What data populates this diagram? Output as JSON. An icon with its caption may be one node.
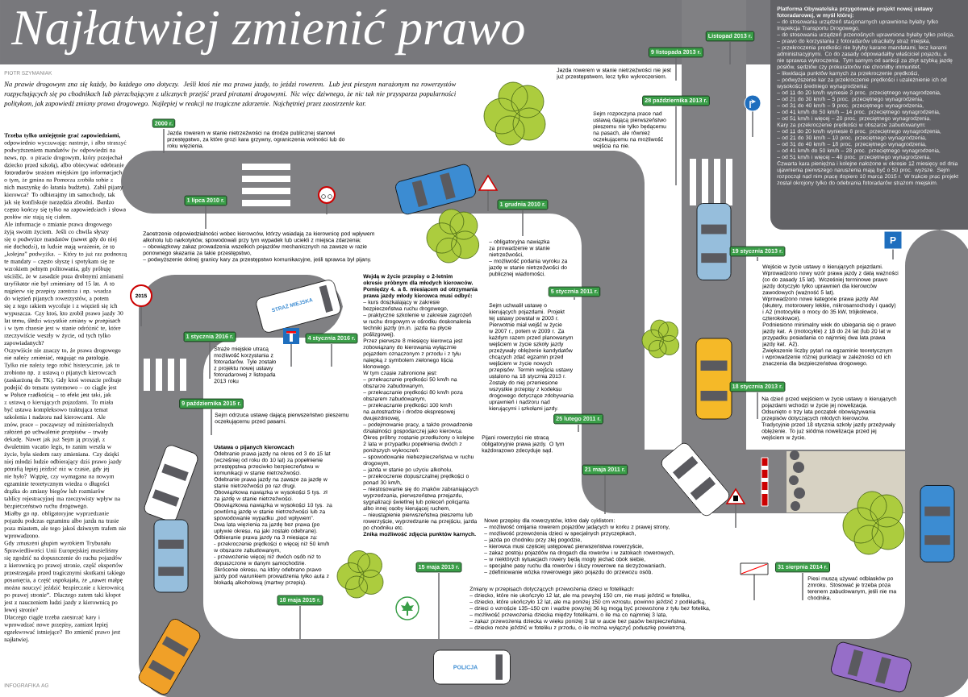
{
  "diagram": {
    "title": "Najłatwiej zmienić prawo",
    "nodes": [
      {
        "text": [
          "2000 r."
        ],
        "beside": [
          "Jazda rowerem w stanie nietrzeźwości na drodze publicznej stanowi przestępstwo, za które grozi kara grzywny, ograniczenia wolności lub do roku więzienia."
        ]
      },
      {
        "text": [
          "1 lipca 2010 r."
        ],
        "beside": [
          "Zaostrzenie odpowiedzialności wobec kierowców, którzy wsiadają za kierownicę pod wpływem alkoholu lub narkotyków, spowodowali przy tym wypadek lub uciekli z miejsca zdarzenia:",
          "– obowiązkowy zakaz prowadzenia wszelkich pojazdów mechanicznych na zawsze w razie ponownego skazania za takie przestępstwo,",
          "– podwyższenie dolnej granicy kary za przestępstwo komunikacyjne, jeśli sprawca był pijany."
        ]
      },
      {
        "text": [
          "1 grudnia 2010 r."
        ],
        "beside": [
          "– obligatoryjna nawiązka za prowadzenie w stanie nietrzeźwości,",
          "– możliwość podania wyroku za jazdę w stanie nietrzeźwości do publicznej wiadomości."
        ]
      },
      {
        "text": [
          "5 stycznia 2011 r."
        ],
        "beside": [
          "Sejm uchwalił ustawę o kierujących pojazdami. Projekt tej ustawy powstał w 2003 r. Pierwotnie miał wejść w życie w 2007 r., potem w 2009 r. Za każdym razem przed planowanym wejściem w życie szkoły jazdy przeżywały oblężenie kandydatów chcących zdać egzamin przed wejściem w życie nowych przepisów. Termin wejścia ustawy ustalono na 18 stycznia 2013 r.",
          "Zostały do niej przeniesione wszystkie przepisy z kodeksu drogowego dotyczące zdobywania uprawnień i nadzoru nad kierującymi i szkołami jazdy."
        ]
      },
      {
        "text": [
          "25 lutego 2011 r."
        ],
        "beside": [
          "Pijani rowerzyści nie stracą obligatoryjnie prawa jazdy. O tym każdorazowo zdecyduje sąd."
        ]
      },
      {
        "text": [
          "21 maja 2011 r."
        ],
        "beside": [
          "Nowe przepisy dla rowerzystów, które dały cyklistom:",
          "– możliwość omijania rowerem pojazdów jadących w korku z prawej strony,",
          "– możliwość przewożenia dzieci w specjalnych przyczepkach,",
          "– jazda po chodniku przy złej pogodzie,",
          "– kierowca musi częściej ustępować pierwszeństwa rowerzyście,",
          "– zakaz postoju pojazdów na drogach dla rowerów i w zatokach rowerowych,",
          "– w niektórych sytuacjach rowery będą mogły jechać obok siebie,",
          "– specjalne pasy ruchu dla rowerów i śluzy rowerowe na skrzyżowaniach,",
          "– zdefiniowanie wózka rowerowego jako pojazdu do przewozu osób."
        ]
      },
      {
        "text": [
          "19 stycznia 2013 r."
        ],
        "beside": [
          "Wejście w życie ustawy o kierujących pojazdami.",
          "Wprowadzono nowy wzór prawa jazdy z datą ważności (co do zasady 15 lat). Wcześniej terminowe prawo jazdy dotyczyło tylko uprawnień dla kierowców zawodowych (ważność 5 lat).",
          "Wprowadzono nowe kategorie prawa jazdy AM (skutery, motorowery lekkie, mikrosamochody i quady) i A2 (motocykle o mocy do 35 kW, trójkołowce, czterokołowce).",
          "Podniesiono minimalny wiek do ubiegania się o prawo jazdy kat. A (motocykle) z 18 do 24 lat (lub 20 lat w przypadku posiadania co najmniej dwa lata prawa jazdy kat. A2).",
          "Zwiększenie liczby pytań na egzaminie teoretycznym i wprowadzenie różnej punktacji w zależności od ich znaczenia dla bezpieczeństwa drogowego."
        ]
      },
      {
        "text": [
          "18 stycznia 2013 r."
        ],
        "beside": [
          "Na dzień przed wejściem w życie ustawy o kierujących pojazdami wchodzi w życie jej nowelizacja.",
          "Odsunięto o trzy lata początek obowiązywania przepisów dotyczących młodych kierowców.",
          "Tradycyjnie przed 18 stycznia szkoły jazdy przeżywały oblężenie. To już siódma nowelizacja przed jej wejściem w życie."
        ]
      },
      {
        "text": [
          "15 maja 2013 r."
        ],
        "beside": [
          "Zmiany w przepisach dotyczących przewożenia dzieci w fotelikach:",
          "– dziecko, które nie ukończyło 12 lat, ale ma powyżej 150 cm, nie musi jeździć w foteliku,",
          "– dziecko, które ukończyło 12 lat, ale ma poniżej 150 cm wzrostu, powinno jeździć z podkładką,",
          "– dzieci o wzroście 135–150 cm i wadze powyżej 36 kg mogą być przewożone z tyłu bez fotelika,",
          "– możliwość przewożenia dziecka między fotelikami, o ile ma co najmniej 3 lata,",
          "– zakaz przewożenia dziecka w wieku poniżej 3 lat w aucie bez pasów bezpieczeństwa,",
          "– dziecko może jeździć w foteliku z przodu, o ile można wyłączyć poduszkę powietrzną."
        ]
      },
      {
        "text": [
          "28 października 2013 r."
        ],
        "beside": [
          "Sejm rozpoczyna prace nad ustawą dającą pierwszeństwo pieszemu nie tylko będącemu na pasach, ale również oczekującemu na możliwość wejścia na nie."
        ]
      },
      {
        "text": [
          "9 listopada 2013 r."
        ],
        "beside": [
          "Jazda rowerem w stanie nietrzeźwości nie jest już przestępstwem, lecz tylko wykroczeniem."
        ]
      },
      {
        "text": [
          "Listopad 2013 r."
        ],
        "beside": [
          "Platforma Obywatelska przygotowuje projekt nowej ustawy fotoradarowej, w myśl której:",
          "– do stosowania urządzeń stacjonarnych uprawniona byłaby tylko Inspekcja Transportu Drogowego,",
          "– do stosowania urządzeń przenośnych uprawniona byłaby tylko policja,",
          "– prawo do korzystania z fotoradarów utraciłaby straż miejska,",
          "– przekroczenia prędkości nie byłyby karane mandatami, lecz karami administracyjnymi. Co do zasady odpowiadałby właściciel pojazdu, a nie sprawca wykroczenia. Tym samym od sankcji za zbyt szybką jazdę posłów, sędziów czy prokuratorów nie chroniłby immunitet,",
          "– likwidacja punktów karnych za przekroczenie prędkości,",
          "– podwyższenie kar za przekroczenie prędkości i uzależnienie ich od wysokości średniego wynagrodzenia:",
          "– od 11 do 20 km/h wyniesie 3 proc. przeciętnego wynagrodzenia,",
          "– od 21 do 30 km/h – 5 proc. przeciętnego wynagrodzenia,",
          "– od 31 do 40 km/h – 9 proc. przeciętnego wynagrodzenia,",
          "– od 41 km/h do 50 km/h – 14 proc. przeciętnego wynagrodzenia,",
          "– od 51 km/h i więcej – 20 proc. przeciętnego wynagrodzenia.",
          "Kary za przekroczenie prędkości w obszarze zabudowanym:",
          "– od 11 do 20 km/h wyniesie 6 proc. przeciętnego wynagrodzenia,",
          "– od 21 do 30 km/h – 10 proc. przeciętnego wynagrodzenia,",
          "– od 31 do 40 km/h – 18 proc. przeciętnego wynagrodzenia,",
          "– od 41 km/h do 50 km/h – 28 proc. przeciętnego wynagrodzenia,",
          "– od 51 km/h i więcej – 40 proc. przeciętnego wynagrodzenia.",
          "Czwarta kara pieniężna i kolejne nałożone w okresie 12 miesięcy od dnia ujawnienia pierwszego naruszenia mają być o 50 proc. wyższe. Sejm rozpoczął nad nim pracę dopiero 10 marca 2015 r. W trakcie prac projekt został okrojony tylko do odebrania fotoradarów strażom miejskim."
        ]
      },
      {
        "text": [
          "31 sierpnia 2014 r."
        ],
        "beside": [
          "Piesi muszą używać odblasków po zmroku. Stosować je trzeba poza terenem zabudowanym, jeśli nie ma chodnika."
        ]
      },
      {
        "text": [
          "18 maja 2015 r."
        ],
        "beside": [
          "Ustawa o pijanych kierowcach",
          "Odebranie prawa jazdy na okres od 3 do 15 lat (wcześniej od roku do 10 lat) za popełnienie przestępstwa przeciwko bezpieczeństwu w komunikacji w stanie nietrzeźwości.",
          "Odebranie prawa jazdy na zawsze za jazdę w stanie nietrzeźwości po raz drugi.",
          "Obowiązkowa nawiązka w wysokości 5 tys. zł za jazdę w stanie nietrzeźwości.",
          "Obowiązkowa nawiązka w wysokości 10 tys. za powtórną jazdę w stanie nietrzeźwości lub za spowodowanie wypadku „pod wpływem”.",
          "Dwa lata więzienia za jazdę bez prawa (po upływie okresu, na jaki zostało odebrane).",
          "Odbieranie prawa jazdy na 3 miesiące za:",
          "- przekroczenie prędkości o więcej niż 50 km/h w obszarze zabudowanym,",
          "- przewożenie więcej niż dwóch osób niż to dopuszczone w danym samochodzie.",
          "Skrócenie okresu, na który odebrano prawo jazdy pod warunkiem prowadzenia tylko auta z blokadą alkoholową (martwy przepis)."
        ]
      },
      {
        "text": [
          "9 października 2015 r."
        ],
        "beside": [
          "Sejm odrzuca ustawę dającą pierwszeństwo pieszemu oczekującemu przed pasami."
        ]
      },
      {
        "text": [
          "1 stycznia 2016 r."
        ],
        "beside": [
          "Straże miejskie utracą możliwość korzystania z fotoradarów. Tyle zostało z projektu nowej ustawy fotoradarowej z listopada 2013 roku"
        ]
      },
      {
        "text": [
          "4 stycznia 2016 r."
        ],
        "beside": [
          "Wejdą w życie przepisy o 2-letnim okresie próbnym dla młodych kierowców. Pomiędzy 4. a 8. miesiącem od otrzymania prawa jazdy młody kierowca musi odbyć:",
          "– kurs doszkalający w zakresie bezpieczeństwa ruchu drogowego,",
          "– praktyczne szkolenie w zakresie zagrożeń w ruchu drogowym w ośrodku doskonalenia techniki jazdy (m.in. jazda na płycie poślizgowej).",
          "Przez pierwsze 8 miesięcy kierowca jest zobowiązany do kierowania wyłącznie pojazdem oznaczonym z przodu i z tyłu nalepką z symbolem zielonego liścia klonowego.",
          "W tym czasie zabronione jest:",
          "– przekraczanie prędkości 50 km/h na obszarze zabudowanym,",
          "– przekraczanie prędkości 80 km/h poza obszarem zabudowanym,",
          "– przekraczanie prędkości 100 km/h na autostradzie i drodze ekspresowej dwujezdniowej,",
          "– podejmowanie pracy, a także prowadzenie działalności gospodarczej jako kierowca.",
          "Okres próbny zostanie przedłużony o kolejne 2 lata w przypadku popełnienia dwóch z poniższych wykroczeń:",
          "– spowodowanie niebezpieczeństwa w ruchu drogowym,",
          "– jazda w stanie po użyciu alkoholu,",
          "– przekroczenie dopuszczalnej prędkości o ponad 30 km/h,",
          "– niestosowanie się do znaków zabraniających wyprzedzania, pierwszeństwa przejazdu, sygnalizacji świetlnej lub poleceń policjanta albo innej osoby kierującej ruchem,",
          "– nieustąpienie pierwszeństwa pieszemu lub rowerzyście, wyprzedzanie na przejściu, jazda po chodniku etc.",
          "Znika możliwość zdjęcia punktów karnych."
        ]
      }
    ],
    "labels": [
      "PIOTR SZYMANIAK",
      "Na prawie drogowym zna się każdy, bo każdego ono dotyczy. Jeśli ktoś nie ma prawa jazdy, to jeździ rowerem. Lub jest pieszym narażonym na rowerzystów rozpychających się po chodnikach lub pierzchającym z ulicznych przejść przed piratami drogowymi. Nic więc dziwnego, że nic tak nie przysparza popularności politykom, jak zapowiedź zmiany prawa drogowego. Najlepiej w reakcji na tragiczne zdarzenie. Najchętniej przez zaostrzenie kar.",
      "**Trzeba tylko umiejętnie grać zapowiedziami,** odpowiednio wyczuwając nastroje, i albo straszyć podwyższeniem mandatów (w odpowiedzi na news, np. o piracie drogowym, który przejechał dziecko przed szkołą), albo obiecywać odebranie fotoradarów strażom miejskim (po informacjach o tym, że gmina na Pomorzu zrobiła sobie z nich maszynkę do łatania budżetu). Zabił pijany kierowca? To odbierajmy im samochody, tak jak się konfiskuje narzędzia zbrodni. Bardzo często kończy się tylko na zapowiedziach i słowa posłów nie stają się ciałem.",
      "Ale informacje o zmianie prawa drogowego żyją swoim życiem. Jeśli co chwila słyszy się o podwyżce mandatów (nawet gdy do niej nie dochodzi), to ludzie mają wrażenie, że to „kolejna” podwyżka. – Który to już raz podnoszą te mandaty – często słyszę i spotykam się ze wzrokiem pełnym politowania, gdy próbuję uściślić, że w zasadzie poza drobnymi zmianami taryfikator nie był zmieniany od 15 lat. A to najpierw się przepisy zaostrza i np. wsadza do więzień pijanych rowerzystów, a potem się z tego rakiem wycofuje i z więzień się ich wypuszcza. Czy ktoś, kto zrobił prawo jazdy 30 lat temu, śledzi wszystkie zmiany w przepisach i w tym chaosie jest w stanie odróżnić te, które rzeczywiście weszły w życie, od tych tylko zapowiadanych?",
      "Oczywiście nie znaczy to, że prawa drogowego nie należy zmieniać, reagując na patologię. Tylko nie należy tego robić histerycznie, jak to zrobiono np. z ustawą o pijanych kierowcach (zaskarżoną do TK). Gdy ktoś wreszcie próbuje podejść do tematu systemowo – co ciągle jest w Polsce rzadkością – to efekt jest taki, jak z ustawą o kierujących pojazdami. To miała być ustawa kompleksowo traktująca temat szkolenia i nadzoru nad kierowcami. Ale znów, prace – począwszy od ministerialnych założeń po uchwalenie przepisów – trwały dekadę. Nawet jak już Sejm ją przyjął, z dwuletnim vacatio legis, to zanim weszła w życie, była siedem razy zmieniana. Czy dzięki niej młodzi ludzie odbierający dziś prawo jazdy potrafią lepiej jeździć niż w czasie, gdy jej nie było? Wątpię, czy wymagana na nowym egzaminie teoretycznym wiedza o długości drążka do zmiany biegów lub rozmiarów tablicy rejestracyjnej ma rzeczywisty wpływ na bezpieczeństwo ruchu drogowego.",
      "Miałby go np. obligatoryjne wyprzedzanie pojazdu podczas egzaminu albo jazda na trasie poza miastem, ale tego jakoś dziwnym trafem nie wprowadzono.",
      "Gdy zmuszeni głupim wyrokiem Trybunału Sprawiedliwości Unii Europejskiej musieliśmy się zgodzić na dopuszczenie do ruchu pojazdów z kierownicą po prawej stronie, część ekspertów przestrzegała przed tragicznymi skutkami takiego posunięcia, a część uspokajała, że „nawet małpę można nauczyć jeździć bezpiecznie z kierownicą po prawej stronie”. Dlaczego zatem taki kłopot jest z nauczeniem ludzi jazdy z kierownicą po lewej stronie?",
      "Dlaczego ciągle trzeba zaostrzać kary i wprowadzać nowe przepisy, zamiast lepiej egzekwować istniejące? Bo zmienić prawo jest najłatwiej.",
      "2015",
      "STRAŻ MIEJSKA",
      "POLICJA",
      "P",
      "INFOGRAFIKA AG"
    ]
  }
}
